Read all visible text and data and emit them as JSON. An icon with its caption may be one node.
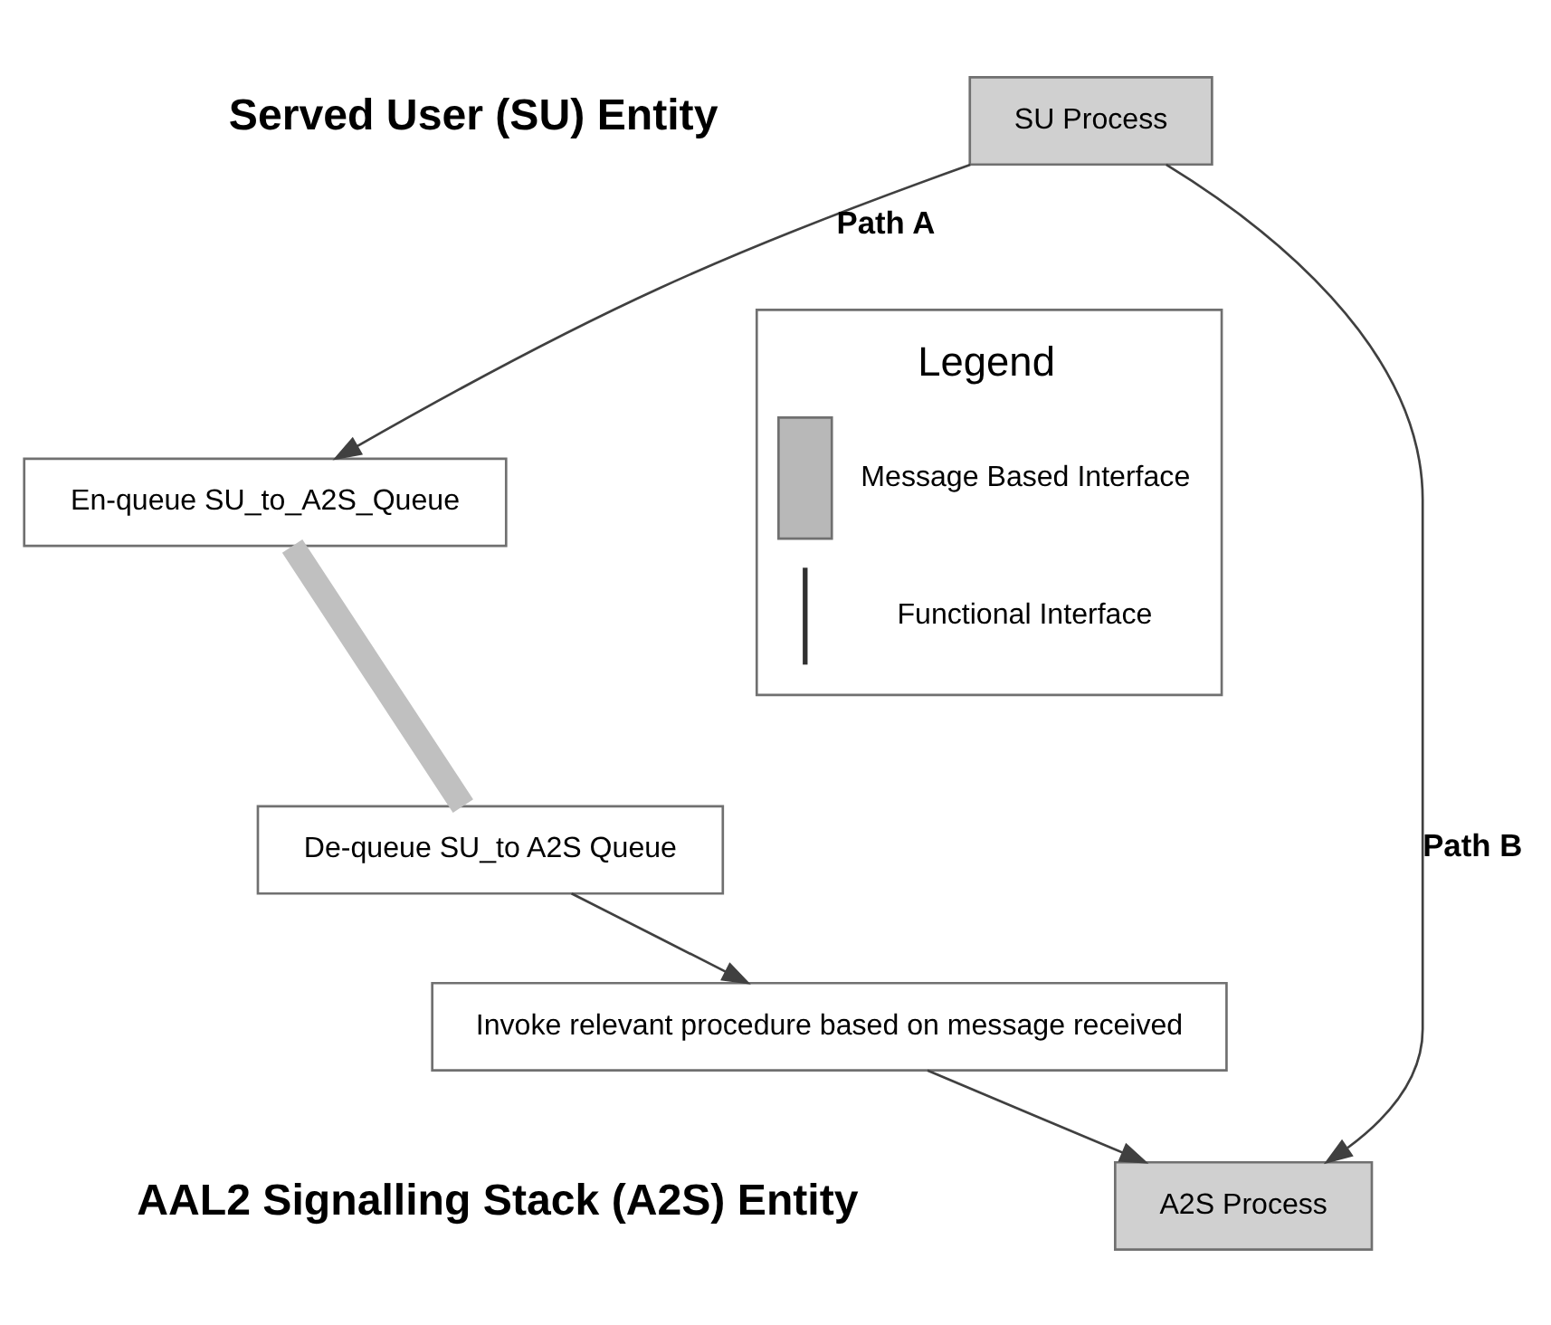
{
  "diagram": {
    "nodes": [
      {
        "text": [
          "SU Process"
        ]
      },
      {
        "text": [
          "En-queue SU_to_A2S_Queue"
        ]
      },
      {
        "text": [
          "De-queue SU_to A2S Queue"
        ]
      },
      {
        "text": [
          "Invoke relevant procedure based on message received"
        ]
      },
      {
        "text": [
          "A2S Process"
        ]
      }
    ],
    "edges": [
      {
        "from": 0,
        "to": 1,
        "arrow": "to",
        "label": "Path A"
      },
      {
        "from": 0,
        "to": 4,
        "arrow": "to",
        "label": "Path B"
      },
      {
        "from": 1,
        "to": 2,
        "arrow": "none",
        "style": "thick",
        "color": "#c0c0c0"
      },
      {
        "from": 2,
        "to": 3,
        "arrow": "to"
      },
      {
        "from": 3,
        "to": 4,
        "arrow": "to"
      }
    ],
    "labels": [
      "Served User (SU) Entity",
      "Legend",
      "AAL2 Signalling Stack (A2S) Entity"
    ],
    "legend": [
      {
        "text": "Message Based Interface"
      },
      {
        "text": "Functional Interface"
      }
    ]
  }
}
